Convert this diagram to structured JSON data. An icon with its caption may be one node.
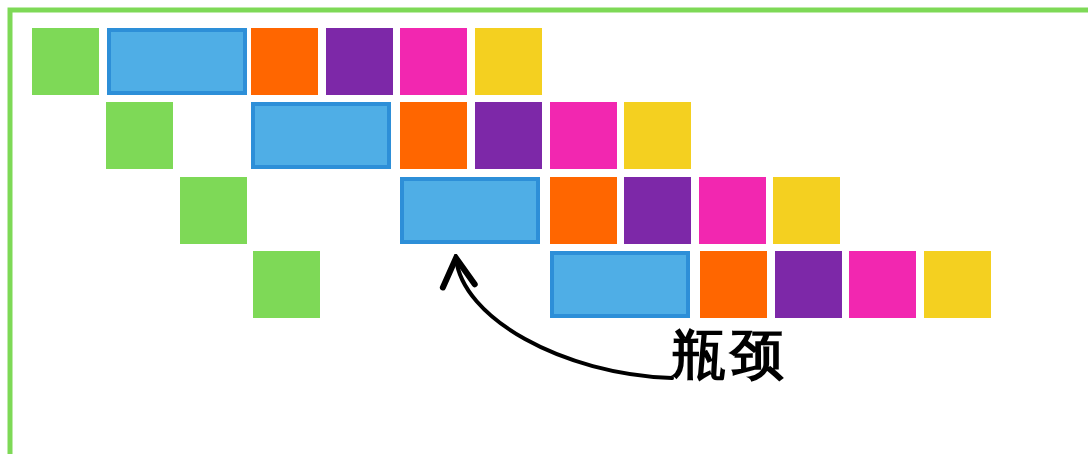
{
  "diagram": {
    "nodes": [
      {
        "text": [
          "瓶颈"
        ]
      },
      {
        "text": [],
        "shape": "box"
      }
    ],
    "edges": [
      {
        "from": 0,
        "to": 1,
        "arrow": "to"
      }
    ]
  }
}
